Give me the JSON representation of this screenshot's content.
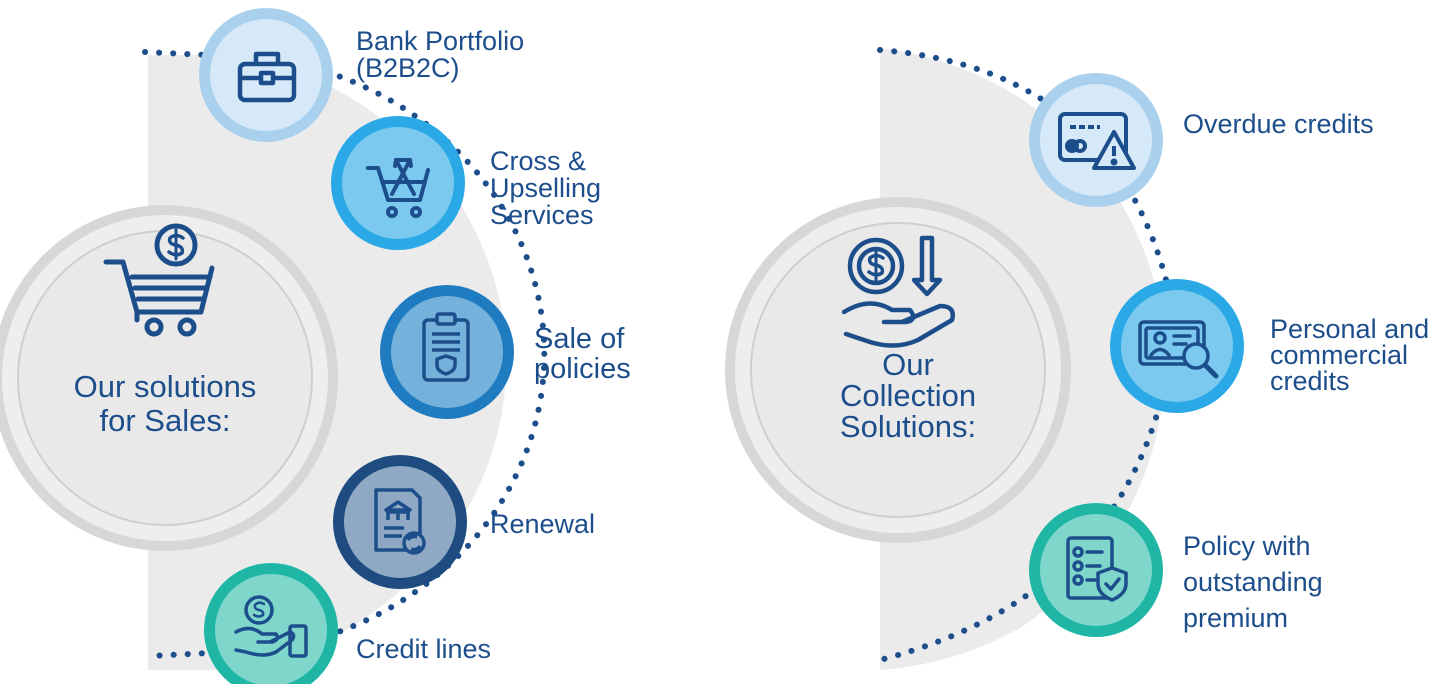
{
  "sales": {
    "title_line1": "Our solutions",
    "title_line2": "for Sales:",
    "items": [
      {
        "line1": "Bank Portfolio",
        "line2": "(B2B2C)",
        "line3": "",
        "icon": "briefcase-icon"
      },
      {
        "line1": "Cross &",
        "line2": "Upselling",
        "line3": "Services",
        "icon": "cart-arrows-icon"
      },
      {
        "line1": "Sale of",
        "line2": "policies",
        "line3": "",
        "icon": "clipboard-shield-icon"
      },
      {
        "line1": "Renewal",
        "line2": "",
        "line3": "",
        "icon": "document-refresh-icon"
      },
      {
        "line1": "Credit lines",
        "line2": "",
        "line3": "",
        "icon": "hand-coin-icon"
      }
    ]
  },
  "collection": {
    "title_line1": "Our",
    "title_line2": "Collection",
    "title_line3": "Solutions:",
    "items": [
      {
        "line1": "Overdue credits",
        "line2": "",
        "line3": "",
        "icon": "card-warning-icon"
      },
      {
        "line1": "Personal and",
        "line2": "commercial",
        "line3": "credits",
        "icon": "id-card-search-icon"
      },
      {
        "line1": "Policy with",
        "line2": "outstanding",
        "line3": "premium",
        "icon": "checklist-shield-icon"
      }
    ]
  },
  "colors": {
    "text": "#1d4e8c",
    "light_blue": "#a9d1ee",
    "sky_blue": "#2aa9e6",
    "mid_blue": "#1f7cc1",
    "navy": "#1f4c80",
    "teal": "#1fb6a6",
    "band_gray": "#ebebeb",
    "dots": "#1d4e8c"
  }
}
